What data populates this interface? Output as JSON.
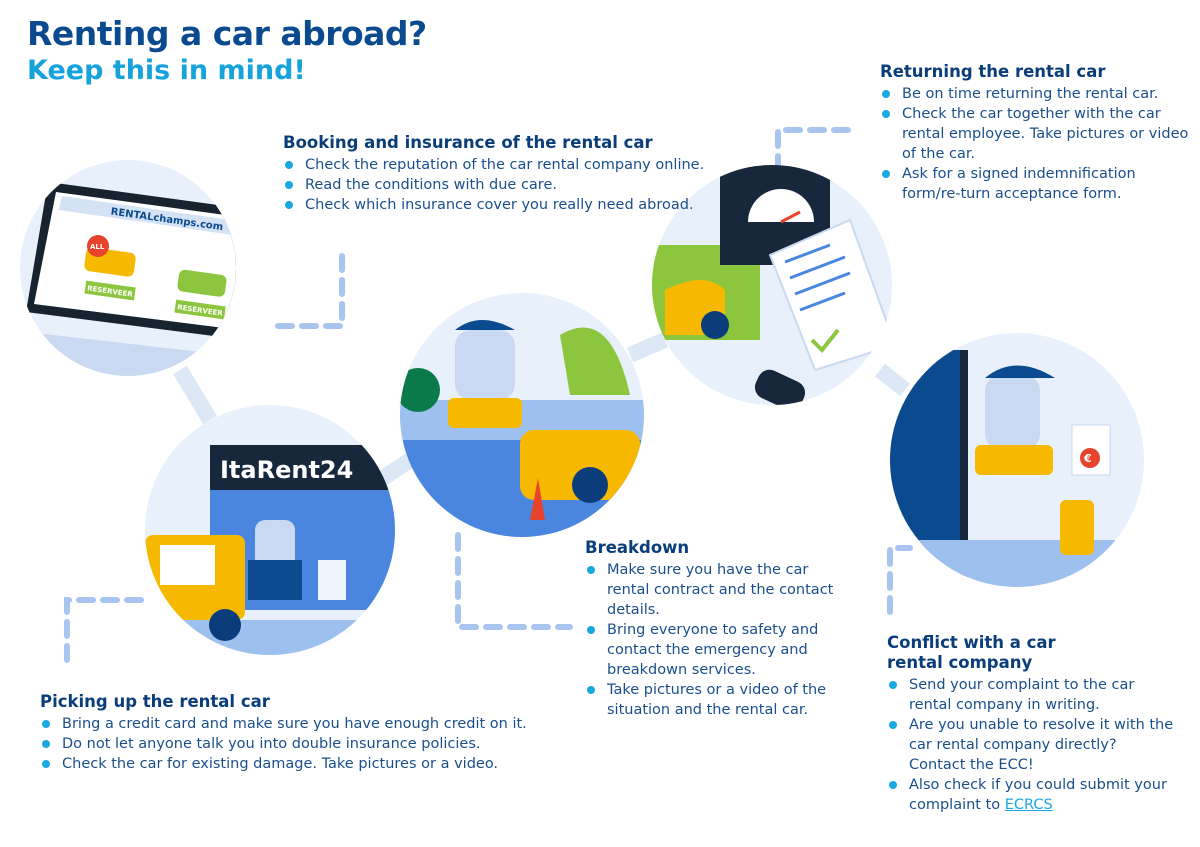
{
  "header": {
    "title": "Renting a car abroad?",
    "subtitle": "Keep this in mind!"
  },
  "colors": {
    "title": "#0b4a8e",
    "subtitle": "#16a3dc",
    "bullet": "#1aa8e0",
    "connector": "#a9c5ef",
    "circle": "#e8f0fb"
  },
  "illustrations": {
    "laptop_site": "RENTALchamps.com",
    "badge": "ALL",
    "reserve_button": "RESERVEER",
    "shop_sign": "ItaRent24",
    "currency": "€"
  },
  "sections": {
    "booking": {
      "heading": "Booking and insurance of the rental car",
      "items": [
        "Check the reputation of the car rental company online.",
        "Read the conditions with due care.",
        "Check which insurance cover you really need abroad."
      ]
    },
    "returning": {
      "heading": "Returning the rental car",
      "items": [
        "Be on time returning the rental car.",
        "Check the car together with the car rental employee. Take pictures or video of the car.",
        "Ask for a signed indemnification form/re-turn acceptance form."
      ]
    },
    "breakdown": {
      "heading": "Breakdown",
      "items": [
        "Make sure you have the car rental contract and the contact details.",
        "Bring everyone to safety and contact the emergency and breakdown services.",
        "Take pictures or a video of the situation and the rental car."
      ]
    },
    "pickup": {
      "heading": "Picking up the rental car",
      "items": [
        "Bring a credit card and make sure you have enough credit on it.",
        "Do not let anyone talk you into double insurance policies.",
        "Check the car for existing damage. Take pictures or a video."
      ]
    },
    "conflict": {
      "heading": "Conflict with a car rental company",
      "items": [
        "Send your complaint to the car rental company in writing.",
        "Are you unable to resolve it with the car rental company directly? Contact the ECC!"
      ],
      "last_item_prefix": "Also check if you could submit your complaint to ",
      "link": "ECRCS"
    }
  }
}
